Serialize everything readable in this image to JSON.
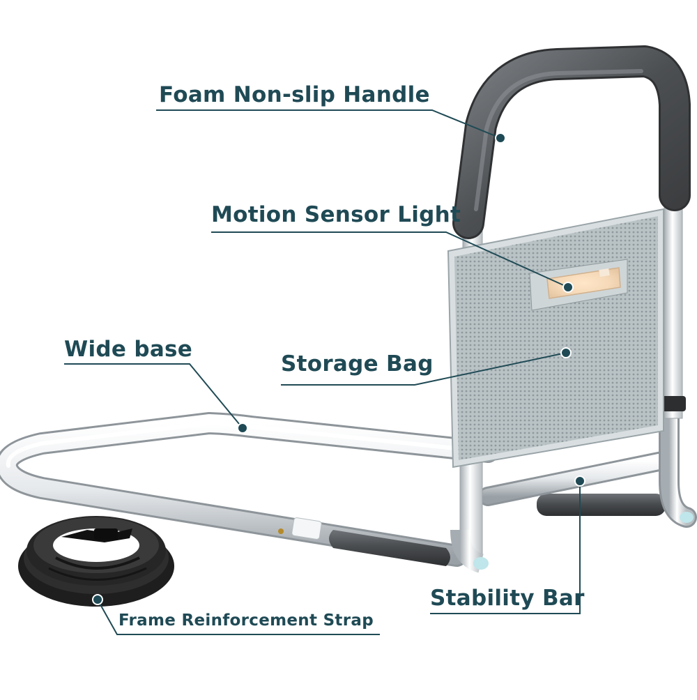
{
  "labels": {
    "handle": "Foam Non-slip Handle",
    "sensor": "Motion Sensor Light",
    "base": "Wide base",
    "bag": "Storage Bag",
    "stability": "Stability Bar",
    "strap": "Frame Reinforcement Strap"
  },
  "colors": {
    "label_text": "#1f4a55",
    "leader_line": "#1f4a55",
    "frame": "#e4e8ec",
    "grip": "#4a4d50",
    "mesh": "#b3bcc0",
    "strap": "#232323"
  }
}
